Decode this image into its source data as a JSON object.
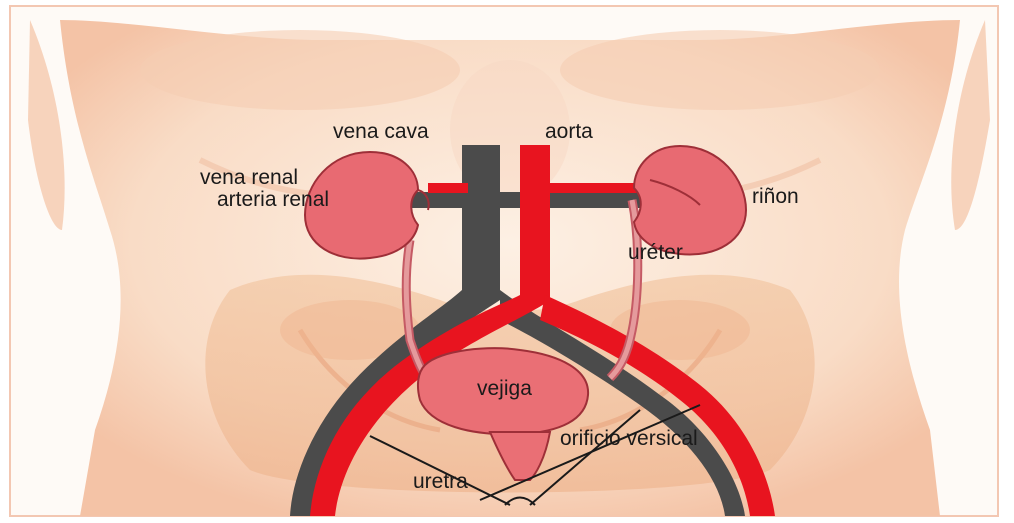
{
  "labels": {
    "vena_cava": "vena cava",
    "aorta": "aorta",
    "vena_renal": "vena renal",
    "arteria_renal": "arteria renal",
    "rinon": "riñon",
    "ureter": "uréter",
    "vejiga": "vejiga",
    "orificio": "orificio versical",
    "uretra": "uretra"
  },
  "colors": {
    "skin_light": "#fbe4d2",
    "skin_shadow": "#f0b89a",
    "kidney": "#e86a72",
    "artery": "#e8141f",
    "vein": "#4d4d4d",
    "bladder": "#ea6f75",
    "ureter": "#d98a8a"
  }
}
